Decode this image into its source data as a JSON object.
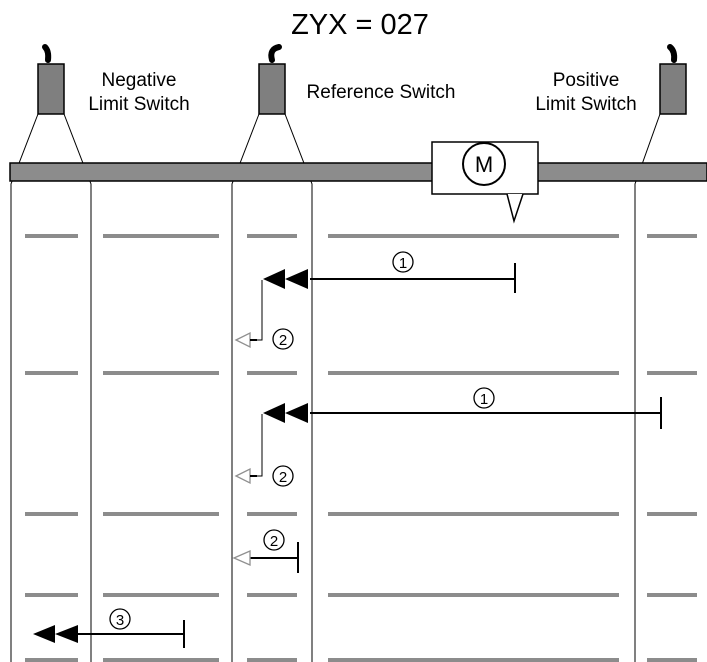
{
  "title": "ZYX = 027",
  "labels": {
    "negative_limit_line1": "Negative",
    "negative_limit_line2": "Limit Switch",
    "reference_switch": "Reference Switch",
    "positive_limit_line1": "Positive",
    "positive_limit_line2": "Limit Switch",
    "motor": "M"
  },
  "step_markers": {
    "row1_step1": "1",
    "row1_step2": "2",
    "row2_step1": "1",
    "row2_step2": "2",
    "row3_step2": "2",
    "row4_step3": "3"
  },
  "colors": {
    "rail": "#8c8c8c",
    "sensor": "#7f7f7f",
    "dash": "#8c8c8c",
    "line": "#000000",
    "hollow_arrow": "#909090"
  }
}
